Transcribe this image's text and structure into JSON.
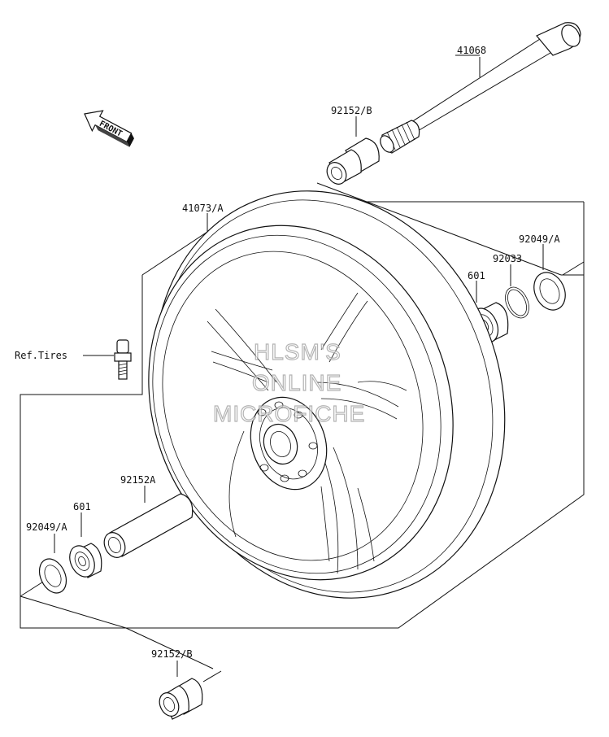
{
  "diagram": {
    "front_arrow_text": "FRONT",
    "ref_label": "Ref.Tires",
    "watermark": [
      "HLSM'S",
      "ONLINE",
      "MICROFICHE"
    ],
    "callouts": {
      "axle": "41068",
      "collar_top": "92152/B",
      "wheel": "41073/A",
      "seal_right": "92049/A",
      "circlip": "92033",
      "bearing_right": "601",
      "collar_center": "92152A",
      "bearing_left": "601",
      "seal_left": "92049/A",
      "collar_bottom": "92152/B"
    }
  }
}
